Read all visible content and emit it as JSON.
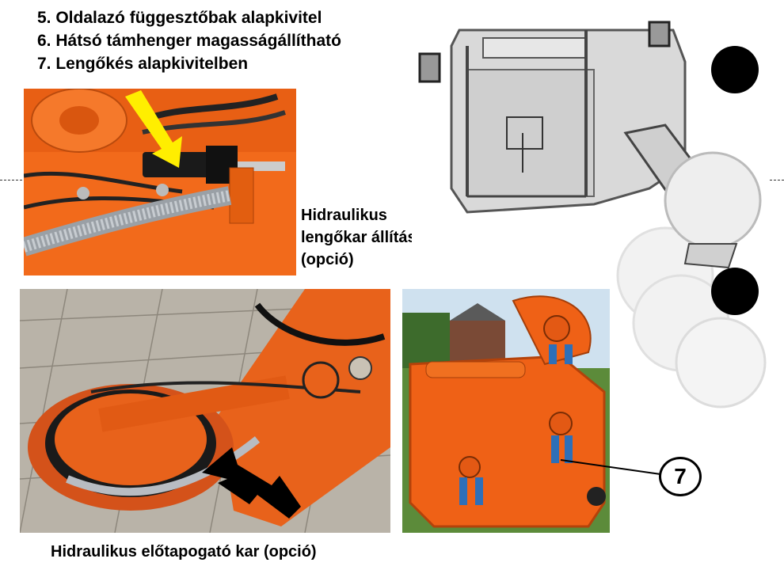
{
  "feature_list": [
    "5. Oldalazó függesztőbak alapkivitel",
    "6. Hátsó támhenger magasságállítható",
    "7. Lengőkés alapkivitelben"
  ],
  "caption_hydraulic_arm": [
    "Hidraulikus",
    "lengőkar állítás",
    "(opció)"
  ],
  "caption_feeler_arm": "Hidraulikus előtapogató kar (opció)",
  "callout_number": "7",
  "colors": {
    "mower_orange": "#f26a1b",
    "arrow_yellow": "#ffee00",
    "arrow_black": "#000000"
  }
}
